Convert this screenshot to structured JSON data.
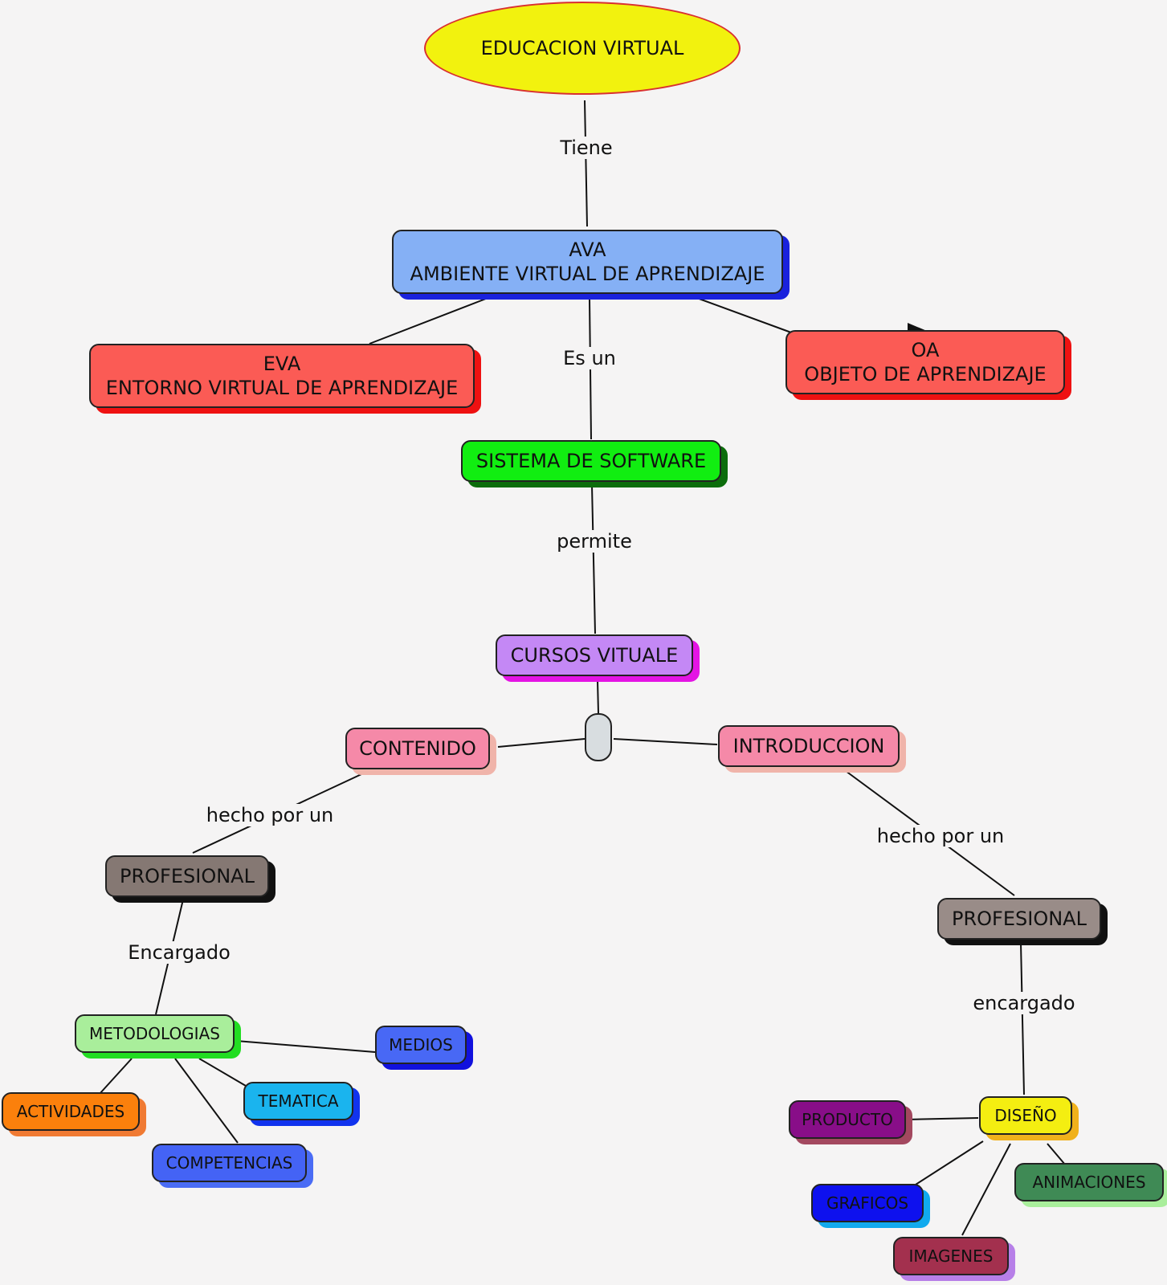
{
  "root": {
    "label": "EDUCACION VIRTUAL"
  },
  "nodes": {
    "ava": {
      "line1": "AVA",
      "line2": "AMBIENTE VIRTUAL DE APRENDIZAJE",
      "fill": "#85b0f5",
      "shadow": "#1a22dd"
    },
    "eva": {
      "line1": "EVA",
      "line2": "ENTORNO VIRTUAL DE APRENDIZAJE",
      "fill": "#fb5b55",
      "shadow": "#ee1111"
    },
    "oa": {
      "line1": "OA",
      "line2": "OBJETO DE APRENDIZAJE",
      "fill": "#fb5b55",
      "shadow": "#ee1111"
    },
    "sistema": {
      "label": "SISTEMA DE SOFTWARE",
      "fill": "#11ee11",
      "shadow": "#0c6d0c"
    },
    "cursos": {
      "label": "CURSOS VITUALE",
      "fill": "#c488f5",
      "shadow": "#e414e4"
    },
    "contenido": {
      "label": "CONTENIDO",
      "fill": "#f589a8",
      "shadow": "#f0b4aa"
    },
    "introduccion": {
      "label": "INTRODUCCION",
      "fill": "#f589a8",
      "shadow": "#f0b4aa"
    },
    "profesional_left": {
      "label": "PROFESIONAL",
      "fill": "#857873",
      "shadow": "#111111"
    },
    "profesional_right": {
      "label": "PROFESIONAL",
      "fill": "#998c88",
      "shadow": "#111111"
    },
    "metodologias": {
      "label": "METODOLOGIAS",
      "fill": "#a9ee9b",
      "shadow": "#22dd22"
    },
    "medios": {
      "label": "MEDIOS",
      "fill": "#4868f5",
      "shadow": "#1111dd"
    },
    "tematica": {
      "label": "TEMATICA",
      "fill": "#1ab4ee",
      "shadow": "#1133ee"
    },
    "actividades": {
      "label": "ACTIVIDADES",
      "fill": "#fb800c",
      "shadow": "#f07a33"
    },
    "competencias": {
      "label": "COMPETENCIAS",
      "fill": "#4463f5",
      "shadow": "#4a6cf5"
    },
    "diseno": {
      "label": "DISEÑO",
      "fill": "#f4ee11",
      "shadow": "#f0b11b"
    },
    "producto": {
      "label": "PRODUCTO",
      "fill": "#880e88",
      "shadow": "#a3485f"
    },
    "graficos": {
      "label": "GRAFICOS",
      "fill": "#0e11ee",
      "shadow": "#11aaee"
    },
    "imagenes": {
      "label": "IMAGENES",
      "fill": "#a3304e",
      "shadow": "#b77fe8"
    },
    "animaciones": {
      "label": "ANIMACIONES",
      "fill": "#3f8a55",
      "shadow": "#a9ee9b"
    }
  },
  "link_labels": {
    "tiene": "Tiene",
    "es_un": "Es un",
    "permite": "permite",
    "hecho_por_un_left": "hecho por un",
    "hecho_por_un_right": "hecho por un",
    "encargado_left": "Encargado",
    "encargado_right": "encargado"
  }
}
